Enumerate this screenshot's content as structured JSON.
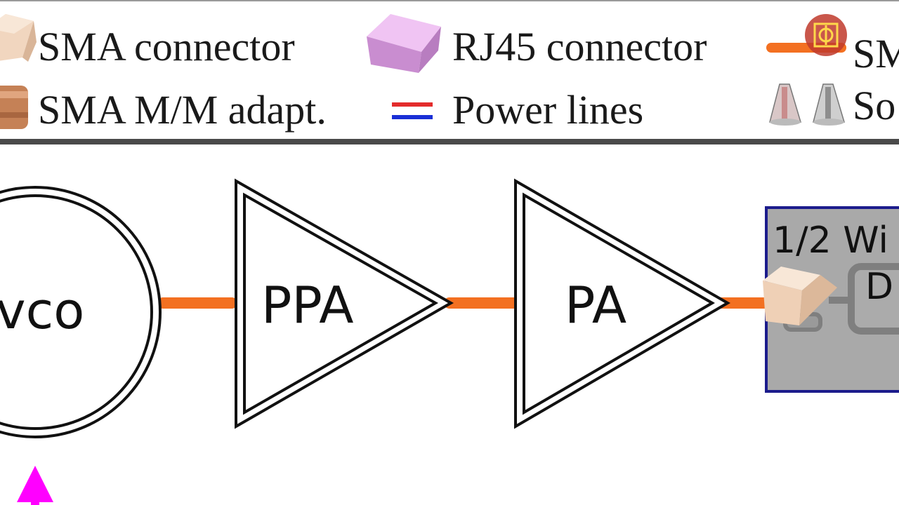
{
  "colors": {
    "cable": "#f37021",
    "power_red": "#e32b2b",
    "power_blue": "#1a2fd6",
    "box_fill": "#a9a9a9",
    "box_border": "#1c1c8c",
    "sma": "#f0d4bd",
    "rj45": "#d89ee0",
    "adapter": "#c9825a",
    "arrow": "#ff00ff",
    "logo": "#c0392b"
  },
  "legend": {
    "sma_connector": "SMA connector",
    "rj45_connector": "RJ45 connector",
    "sma_cable_partial": "SM",
    "sma_mm_adapter": "SMA M/M adapt.",
    "power_lines": "Power lines",
    "so_partial": "So"
  },
  "blocks": {
    "vco": "vco",
    "ppa": "PPA",
    "pa": "PA"
  },
  "box": {
    "title": "1/2 Wi",
    "inner": "D"
  },
  "icons": {
    "logo": "watermark-logo-icon",
    "input_arrow": "arrow-up-icon"
  }
}
